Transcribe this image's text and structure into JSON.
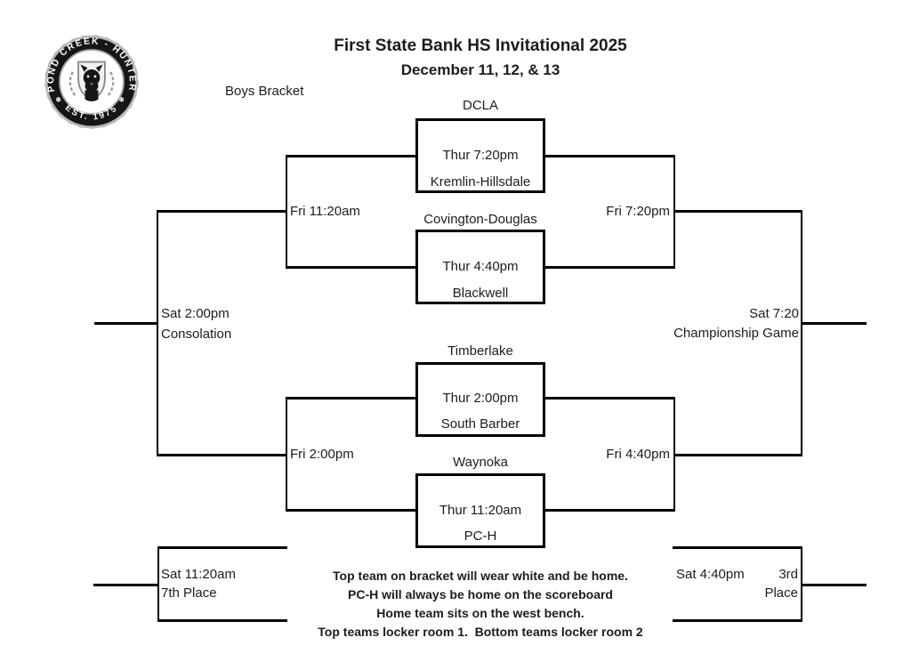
{
  "header": {
    "title": "First State Bank HS Invitational 2025",
    "subtitle": "December 11, 12, & 13",
    "bracket_label": "Boys Bracket"
  },
  "logo": {
    "arc_top": "POND CREEK - HUNTER",
    "arc_bottom": "EST. 1975",
    "mark": "✽"
  },
  "colors": {
    "line": "#000000",
    "text": "#1c1c1c",
    "badge_ring": "#161616",
    "badge_rim": "#b9b9b9"
  },
  "games": [
    {
      "top_team": "DCLA",
      "time": "Thur 7:20pm",
      "bottom_team": "Kremlin-Hillsdale"
    },
    {
      "top_team": "Covington-Douglas",
      "time": "Thur 4:40pm",
      "bottom_team": "Blackwell"
    },
    {
      "top_team": "Timberlake",
      "time": "Thur 2:00pm",
      "bottom_team": "South Barber"
    },
    {
      "top_team": "Waynoka",
      "time": "Thur 11:20am",
      "bottom_team": "PC-H"
    }
  ],
  "rounds": {
    "semi_left_top": "Fri 11:20am",
    "semi_left_bottom": "Fri 2:00pm",
    "semi_right_top": "Fri 7:20pm",
    "semi_right_bottom": "Fri 4:40pm",
    "consolation_time": "Sat 2:00pm",
    "consolation_label": "Consolation",
    "championship_time": "Sat 7:20",
    "championship_label": "Championship Game",
    "seventh_time": "Sat 11:20am",
    "seventh_label": "7th Place",
    "third_time": "Sat 4:40pm",
    "third_label_top": "3rd",
    "third_label_bottom": "Place"
  },
  "notes": [
    "Top team on bracket will wear white and be home.",
    "PC-H will always be home on the scoreboard",
    "Home team sits on the west bench.",
    "Top teams locker room 1.  Bottom teams locker room 2"
  ]
}
